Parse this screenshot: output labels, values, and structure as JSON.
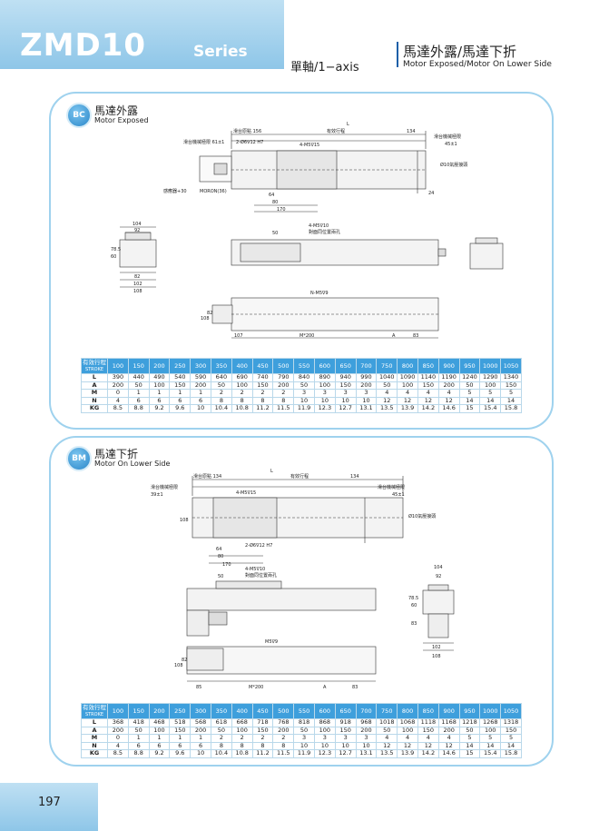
{
  "header": {
    "series_title": "ZMD10",
    "series_word": "Series",
    "axis": "單軸/1−axis",
    "category_zh": "馬達外露/馬達下折",
    "category_en": "Motor Exposed/Motor On Lower Side"
  },
  "sections": [
    {
      "badge": "BC",
      "title_zh": "馬達外露",
      "title_en": "Motor Exposed",
      "drawing_labels": {
        "L": "L",
        "table_origin": "滑台原點 156",
        "effective_stroke": "有效行程",
        "dim_134": "134",
        "mech_limit_left": "滑台機械極限 61±1",
        "mech_limit_right": "滑台機械極限",
        "right_45": "45±1",
        "hole_pin": "2-Ø6∇12 H7",
        "screw_top": "4-M5∇15",
        "air_port": "Ø10氣壓接頭",
        "sensor": "感應器+30",
        "moron": "MORON(36)",
        "dim_24": "24",
        "dim_64": "64",
        "dim_80": "80",
        "dim_170": "170",
        "dim_104": "104",
        "dim_92": "92",
        "dim_78_5": "78.5",
        "dim_60": "60",
        "dim_82": "82",
        "dim_102": "102",
        "dim_108": "108",
        "screw_side": "4-M5∇10",
        "opposite_hole": "對面同位置兩孔",
        "dim_50": "50",
        "n_m5": "N-M5∇9",
        "dim_108_b": "108",
        "dim_82_b": "82",
        "dim_107": "107",
        "m200": "M*200",
        "A": "A",
        "dim_83": "83"
      },
      "table": {
        "stroke_label": "有效行程",
        "stroke_label_en": "STROKE",
        "strokes": [
          "100",
          "150",
          "200",
          "250",
          "300",
          "350",
          "400",
          "450",
          "500",
          "550",
          "600",
          "650",
          "700",
          "750",
          "800",
          "850",
          "900",
          "950",
          "1000",
          "1050"
        ],
        "rows": [
          {
            "label": "L",
            "values": [
              "390",
              "440",
              "490",
              "540",
              "590",
              "640",
              "690",
              "740",
              "790",
              "840",
              "890",
              "940",
              "990",
              "1040",
              "1090",
              "1140",
              "1190",
              "1240",
              "1290",
              "1340"
            ]
          },
          {
            "label": "A",
            "values": [
              "200",
              "50",
              "100",
              "150",
              "200",
              "50",
              "100",
              "150",
              "200",
              "50",
              "100",
              "150",
              "200",
              "50",
              "100",
              "150",
              "200",
              "50",
              "100",
              "150"
            ]
          },
          {
            "label": "M",
            "values": [
              "0",
              "1",
              "1",
              "1",
              "1",
              "2",
              "2",
              "2",
              "2",
              "3",
              "3",
              "3",
              "3",
              "4",
              "4",
              "4",
              "4",
              "5",
              "5",
              "5"
            ]
          },
          {
            "label": "N",
            "values": [
              "4",
              "6",
              "6",
              "6",
              "6",
              "8",
              "8",
              "8",
              "8",
              "10",
              "10",
              "10",
              "10",
              "12",
              "12",
              "12",
              "12",
              "14",
              "14",
              "14"
            ]
          },
          {
            "label": "KG",
            "values": [
              "8.5",
              "8.8",
              "9.2",
              "9.6",
              "10",
              "10.4",
              "10.8",
              "11.2",
              "11.5",
              "11.9",
              "12.3",
              "12.7",
              "13.1",
              "13.5",
              "13.9",
              "14.2",
              "14.6",
              "15",
              "15.4",
              "15.8"
            ]
          }
        ]
      }
    },
    {
      "badge": "BM",
      "title_zh": "馬達下折",
      "title_en": "Motor On Lower Side",
      "drawing_labels": {
        "L": "L",
        "table_origin": "滑台原點 134",
        "effective_stroke": "有效行程",
        "dim_134": "134",
        "mech_limit_left": "滑台機械極限",
        "left_39": "39±1",
        "mech_limit_right": "滑台機械極限",
        "right_45": "45±1",
        "screw_top": "4-M5∇15",
        "dim_108": "108",
        "air_port": "Ø10氣壓接頭",
        "hole_pin": "2-Ø6∇12 H7",
        "dim_64": "64",
        "dim_80": "80",
        "dim_170": "170",
        "screw_side": "4-M5∇10",
        "opposite_hole": "對面同位置兩孔",
        "dim_50": "50",
        "dim_104": "104",
        "dim_92": "92",
        "dim_78_5": "78.5",
        "dim_60": "60",
        "dim_83": "83",
        "dim_102": "102",
        "dim_108_c": "108",
        "m5": "M5∇9",
        "dim_108_b": "108",
        "dim_82": "82",
        "dim_85": "85",
        "m200": "M*200",
        "A": "A",
        "dim_83_b": "83"
      },
      "table": {
        "stroke_label": "有效行程",
        "stroke_label_en": "STROKE",
        "strokes": [
          "100",
          "150",
          "200",
          "250",
          "300",
          "350",
          "400",
          "450",
          "500",
          "550",
          "600",
          "650",
          "700",
          "750",
          "800",
          "850",
          "900",
          "950",
          "1000",
          "1050"
        ],
        "rows": [
          {
            "label": "L",
            "values": [
              "368",
              "418",
              "468",
              "518",
              "568",
              "618",
              "668",
              "718",
              "768",
              "818",
              "868",
              "918",
              "968",
              "1018",
              "1068",
              "1118",
              "1168",
              "1218",
              "1268",
              "1318"
            ]
          },
          {
            "label": "A",
            "values": [
              "200",
              "50",
              "100",
              "150",
              "200",
              "50",
              "100",
              "150",
              "200",
              "50",
              "100",
              "150",
              "200",
              "50",
              "100",
              "150",
              "200",
              "50",
              "100",
              "150"
            ]
          },
          {
            "label": "M",
            "values": [
              "0",
              "1",
              "1",
              "1",
              "1",
              "2",
              "2",
              "2",
              "2",
              "3",
              "3",
              "3",
              "3",
              "4",
              "4",
              "4",
              "4",
              "5",
              "5",
              "5"
            ]
          },
          {
            "label": "N",
            "values": [
              "4",
              "6",
              "6",
              "6",
              "6",
              "8",
              "8",
              "8",
              "8",
              "10",
              "10",
              "10",
              "10",
              "12",
              "12",
              "12",
              "12",
              "14",
              "14",
              "14"
            ]
          },
          {
            "label": "KG",
            "values": [
              "8.5",
              "8.8",
              "9.2",
              "9.6",
              "10",
              "10.4",
              "10.8",
              "11.2",
              "11.5",
              "11.9",
              "12.3",
              "12.7",
              "13.1",
              "13.5",
              "13.9",
              "14.2",
              "14.6",
              "15",
              "15.4",
              "15.8"
            ]
          }
        ]
      }
    }
  ],
  "footer": {
    "page_number": "197"
  },
  "colors": {
    "accent": "#3e9fdc",
    "panel_border": "#9fd2ee",
    "band": "#8ec6e8"
  }
}
